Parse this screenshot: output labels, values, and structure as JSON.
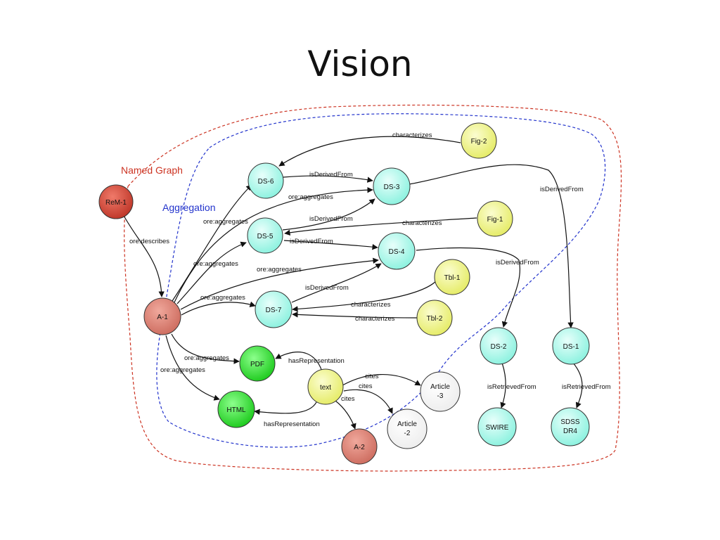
{
  "title": "Vision",
  "regions": {
    "named_graph": {
      "label": "Named Graph",
      "color": "#cc3322"
    },
    "aggregation": {
      "label": "Aggregation",
      "color": "#2233cc"
    }
  },
  "colors": {
    "resource_map": "#c0392b",
    "aggregate": "#cf6f62",
    "dataset": "#8ff2e0",
    "characterization": "#e6ec6a",
    "representation": "#22cc22",
    "article": "#ffffff",
    "edge": "#111111"
  },
  "nodes": {
    "rem1": "ReM-1",
    "a1": "A-1",
    "ds6": "DS-6",
    "ds3": "DS-3",
    "ds5": "DS-5",
    "ds4": "DS-4",
    "ds7": "DS-7",
    "ds2": "DS-2",
    "ds1": "DS-1",
    "fig2": "Fig-2",
    "fig1": "Fig-1",
    "tbl1": "Tbl-1",
    "tbl2": "Tbl-2",
    "pdf": "PDF",
    "html": "HTML",
    "text": "text",
    "a2": "A-2",
    "article3": [
      "Article",
      "-3"
    ],
    "article2": [
      "Article",
      "-2"
    ],
    "swire": "SWIRE",
    "sdss": [
      "SDSS",
      "DR4"
    ]
  },
  "edges": {
    "ore_describes": "ore:describes",
    "ore_aggregates": "ore:aggregates",
    "is_derived_from": "isDerivedFrom",
    "characterizes": "characterizes",
    "has_representation": "hasRepresentation",
    "cites": "cites",
    "is_retrieved_from": "isRetrievedFrom"
  }
}
